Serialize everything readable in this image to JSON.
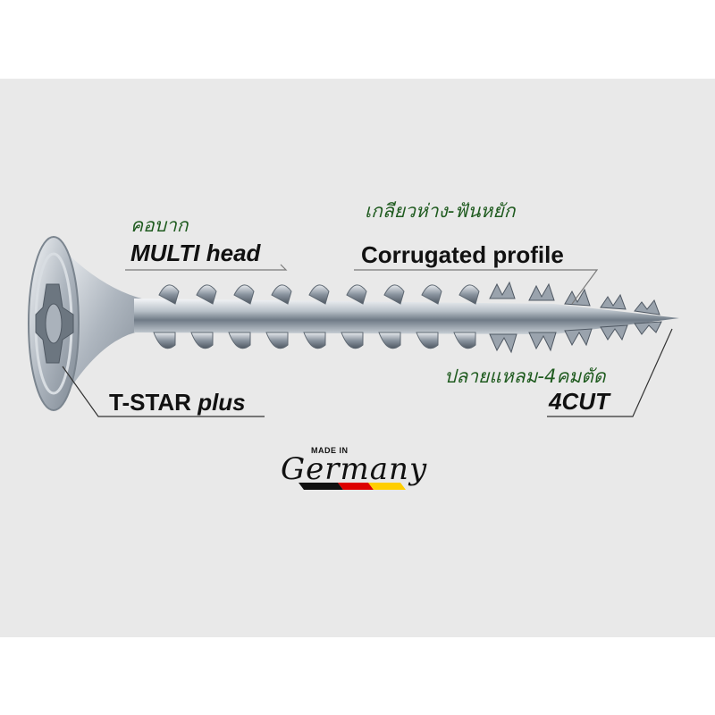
{
  "labels": {
    "head_thai": "คอบาก",
    "head_en_bold": "MULTI",
    "head_en_rest": "head",
    "thread_thai": "เกลียวห่าง-ฟันหยัก",
    "thread_en": "Corrugated profile",
    "tip_thai": "ปลายแหลม-4คมตัด",
    "tip_en": "4CUT",
    "drive_en_main": "T-STAR",
    "drive_en_plus": "plus"
  },
  "badge": {
    "top": "MADE IN",
    "script": "Germany",
    "flag_colors": [
      "#111111",
      "#dd0000",
      "#ffce00"
    ]
  },
  "colors": {
    "background": "#e9e9e9",
    "thai_text": "#1f5b1f",
    "english_text": "#111111"
  }
}
